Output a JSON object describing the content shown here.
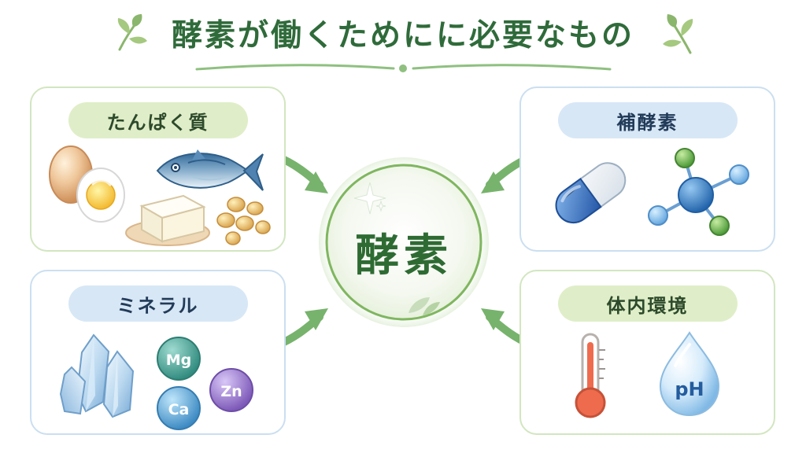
{
  "title": "酵素が働くためにに必要なもの",
  "center": {
    "label": "酵素"
  },
  "cards": {
    "protein": {
      "label": "たんぱく質"
    },
    "mineral": {
      "label": "ミネラル",
      "minerals": [
        "Mg",
        "Ca",
        "Zn"
      ]
    },
    "coenzyme": {
      "label": "補酵素"
    },
    "body": {
      "label": "体内環境",
      "ph": "pH"
    }
  },
  "colors": {
    "title": "#2f6b3a",
    "green_accent": "#72b067",
    "blue_accent": "#3f74b8",
    "center_text": "#2e6b33"
  },
  "icons": [
    "leaf-icon",
    "egg-icon",
    "fish-icon",
    "tofu-icon",
    "soybean-icon",
    "capsule-icon",
    "molecule-icon",
    "crystal-icon",
    "thermometer-icon",
    "water-drop-icon",
    "sparkle-icon",
    "arrow-icon"
  ]
}
